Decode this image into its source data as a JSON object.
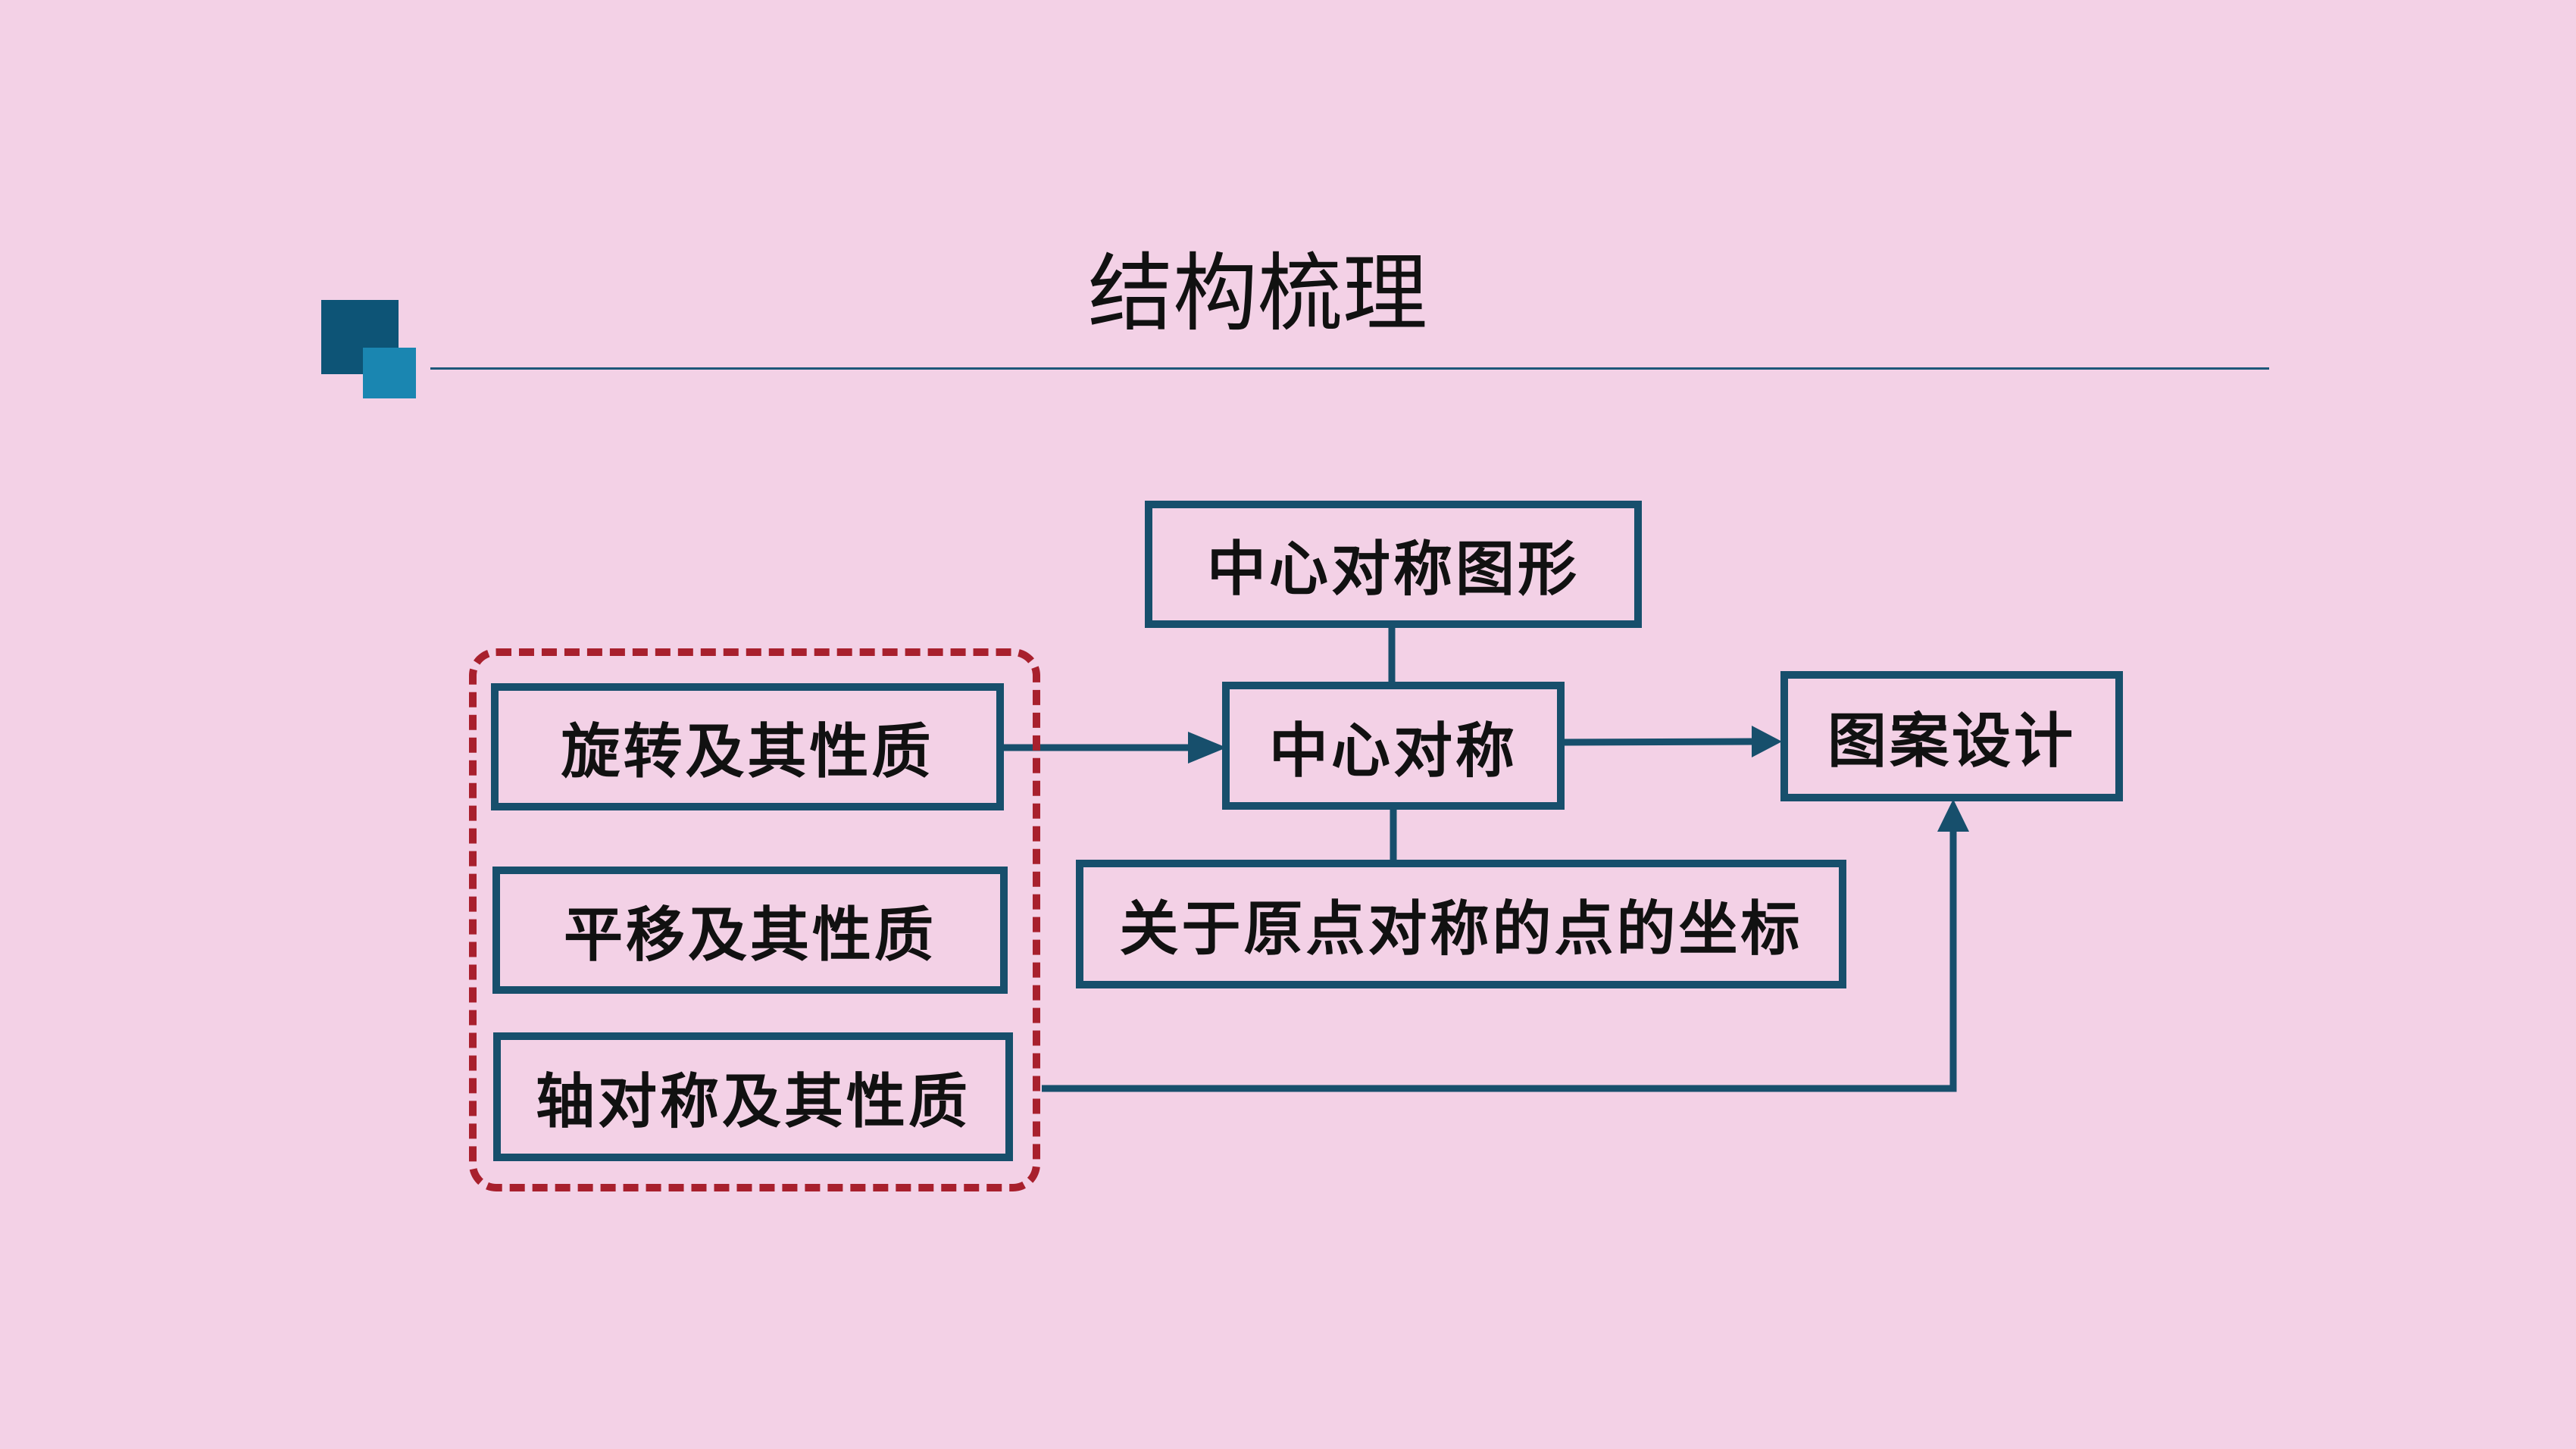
{
  "slide": {
    "title": "结构梳理"
  },
  "boxes": {
    "central_symmetric_figure": "中心对称图形",
    "rotation_properties": "旋转及其性质",
    "central_symmetry": "中心对称",
    "pattern_design": "图案设计",
    "translation_properties": "平移及其性质",
    "origin_symmetric_coords": "关于原点对称的点的坐标",
    "axial_symmetry_properties": "轴对称及其性质"
  },
  "colors": {
    "background": "#f3d1e6",
    "box_border": "#174f6c",
    "dashed_frame": "#a8202d",
    "accent_dark": "#0d5476",
    "accent_light": "#1a86b1",
    "text": "#111111"
  }
}
